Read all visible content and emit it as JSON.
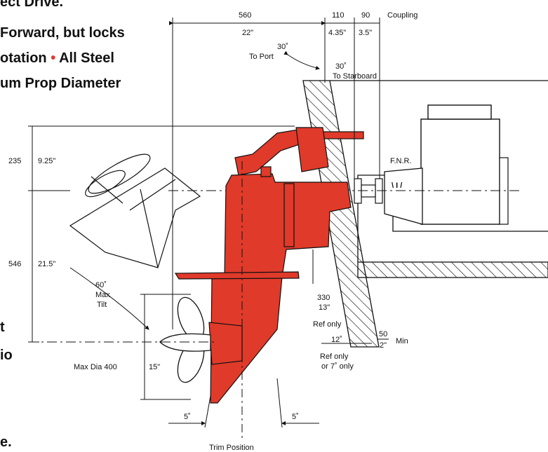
{
  "features": {
    "line0": "ect Drive.",
    "line1": "Forward, but locks",
    "line2a": "otation",
    "line2b": "All Steel",
    "line3": "um Prop Diameter"
  },
  "left_fragments": {
    "t": "t",
    "io": "io",
    "e": "e."
  },
  "dimensions": {
    "top_560": "560",
    "top_22": "22\"",
    "top_110": "110",
    "top_435": "4.35\"",
    "top_90": "90",
    "top_35": "3.5\"",
    "coupling": "Coupling",
    "angle_port_value": "30˚",
    "angle_port_label": "To Port",
    "angle_stbd_value": "30˚",
    "angle_stbd_label": "To Starboard",
    "h_235": "235",
    "h_925": "9.25\"",
    "h_546": "546",
    "h_215": "21.5\"",
    "tilt_value": "60˚",
    "tilt_label1": "Max",
    "tilt_label2": "Tilt",
    "fnr": "F.N.R.",
    "d_330": "330",
    "d_13": "13\"",
    "ref_only_1": "Ref only",
    "d_12": "12˚",
    "d_50": "50",
    "d_2": "2\"",
    "min": "Min",
    "ref_only_2": "Ref only",
    "or_7_only": "or 7˚ only",
    "max_dia_label": "Max Dia 400",
    "max_dia_in": "15\"",
    "trim_left": "5˚",
    "trim_right": "5˚",
    "trim_position": "Trim Position"
  },
  "colors": {
    "drive": "#e03a2a",
    "ink": "#111111"
  }
}
